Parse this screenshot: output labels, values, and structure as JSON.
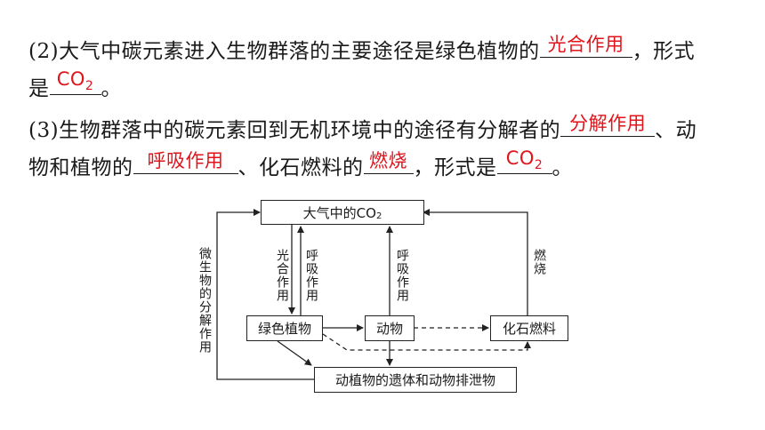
{
  "q2": {
    "text_a": "(2)大气中碳元素进入生物群落的主要途径是绿色植物的",
    "blank1_answer": "光合作用",
    "text_b": "，形式",
    "text_c": "是",
    "blank2_answer_main": "CO",
    "blank2_answer_sub": "2",
    "text_d": "。"
  },
  "q3": {
    "text_a": "(3)生物群落中的碳元素回到无机环境中的途径有分解者的",
    "blank1_answer": "分解作用",
    "text_b": "、动",
    "text_c": "物和植物的",
    "blank2_answer": "呼吸作用",
    "text_d": "、化石燃料的",
    "blank3_answer": "燃烧",
    "text_e": "，形式是",
    "blank4_answer_main": "CO",
    "blank4_answer_sub": "2",
    "text_f": "。"
  },
  "diagram": {
    "atmosphere_main": "大气中的CO",
    "atmosphere_sub": "2",
    "green_plants": "绿色植物",
    "animals": "动物",
    "fossil_fuels": "化石燃料",
    "remains": "动植物的遗体和动物排泄物",
    "label_microbe": "微生物的分解作用",
    "label_photosynthesis": "光合作用",
    "label_respiration_plants": "呼吸作用",
    "label_respiration_animals": "呼吸作用",
    "label_combustion": "燃烧"
  }
}
